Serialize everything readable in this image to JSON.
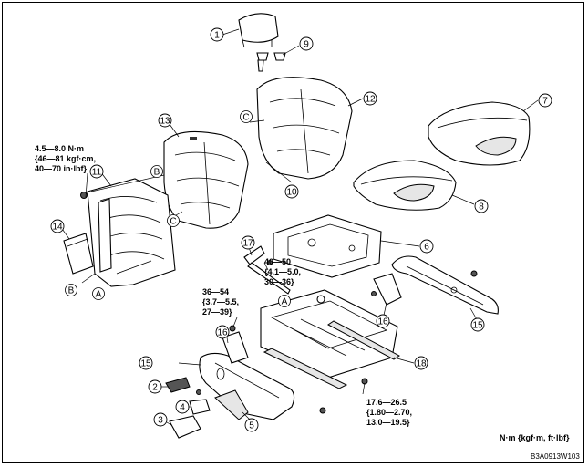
{
  "diagram": {
    "callouts": [
      "1",
      "2",
      "3",
      "4",
      "5",
      "6",
      "7",
      "8",
      "9",
      "10",
      "11",
      "12",
      "13",
      "14",
      "15",
      "15",
      "16",
      "16",
      "17",
      "18"
    ],
    "letters": [
      "A",
      "A",
      "B",
      "B",
      "C",
      "C"
    ],
    "torque_specs": [
      [
        "4.5—8.0 N·m",
        "{46—81 kgf·cm,",
        "40—70 in·lbf}"
      ],
      [
        "40—50",
        "{4.1—5.0,",
        "30—36}"
      ],
      [
        "36—54",
        "{3.7—5.5,",
        "27—39}"
      ],
      [
        "17.6—26.5",
        "{1.80—2.70,",
        "13.0—19.5}"
      ]
    ],
    "units_note": "N·m {kgf·m, ft·lbf}",
    "figure_code": "B3A0913W103"
  }
}
